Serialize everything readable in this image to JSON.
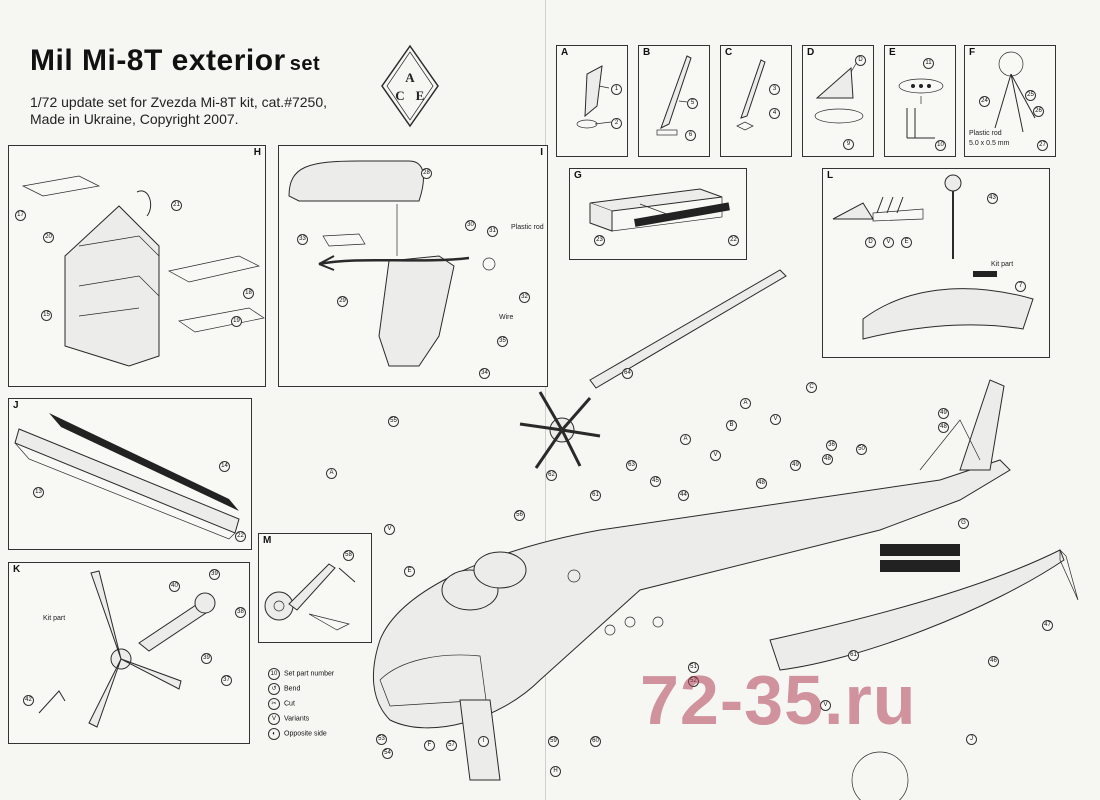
{
  "header": {
    "title": "Mil Mi-8T exterior",
    "title_suffix": "set",
    "subtitle_line1": "1/72 update set for Zvezda Mi-8T kit, cat.#7250,",
    "subtitle_line2": "Made in Ukraine, Copyright 2007.",
    "logo_text": "ACE"
  },
  "panels": {
    "A": "A",
    "B": "B",
    "C": "C",
    "D": "D",
    "E": "E",
    "F": "F",
    "G": "G",
    "H": "H",
    "I": "I",
    "J": "J",
    "K": "K",
    "L": "L",
    "M": "M"
  },
  "captions": {
    "plastic_rod_f": "Plastic rod",
    "plastic_rod_f_size": "5.0 x 0.5 mm",
    "plastic_rod_i": "Plastic rod",
    "wire": "Wire",
    "kit_part_l": "Kit part",
    "kit_part_k": "Kit part"
  },
  "legend": {
    "items": [
      {
        "symbol": "10",
        "label": "Set part number"
      },
      {
        "symbol": "",
        "label": "Bend"
      },
      {
        "symbol": "",
        "label": "Cut"
      },
      {
        "symbol": "V",
        "label": "Variants"
      },
      {
        "symbol": "",
        "label": "Opposite side"
      }
    ]
  },
  "callouts": {
    "n1": "1",
    "n2": "2",
    "n3": "3",
    "n4": "4",
    "n5": "5",
    "n6": "6",
    "n7": "7",
    "n9": "9",
    "n10": "10",
    "n11": "11",
    "n13": "13",
    "n14": "14",
    "n15": "15",
    "n17": "17",
    "n18": "18",
    "n19": "19",
    "n20": "20",
    "n21": "21",
    "n22": "22",
    "n23": "23",
    "n24": "24",
    "n25": "25",
    "n26": "26",
    "n27": "27",
    "n28": "28",
    "n29": "29",
    "n30": "30",
    "n31": "31",
    "n32": "32",
    "n33": "33",
    "n34": "34",
    "n35": "35",
    "n36": "36",
    "n37": "37",
    "n38": "38",
    "n39": "39",
    "n40": "40",
    "n41": "41",
    "n42": "42",
    "n43": "43",
    "n44": "44",
    "n45": "45",
    "n46": "46",
    "n47": "47",
    "n48": "48",
    "n49": "49",
    "n50": "50",
    "n51": "51",
    "n52": "52",
    "n53": "53",
    "n54": "54",
    "n55": "55",
    "n56": "56",
    "n57": "57",
    "n58": "58",
    "n59": "59",
    "n60": "60",
    "n61": "61",
    "n62": "62",
    "n63": "63",
    "n64": "64",
    "la": "A",
    "lb": "B",
    "lc": "C",
    "ld": "D",
    "le": "E",
    "lf": "F",
    "lg": "G",
    "lh": "H",
    "li": "I",
    "lj": "J",
    "lv": "V"
  },
  "watermark": "72-35.ru",
  "colors": {
    "watermark": "#b04054",
    "ink": "#2a2a2a",
    "paper": "#f6f6f3"
  }
}
